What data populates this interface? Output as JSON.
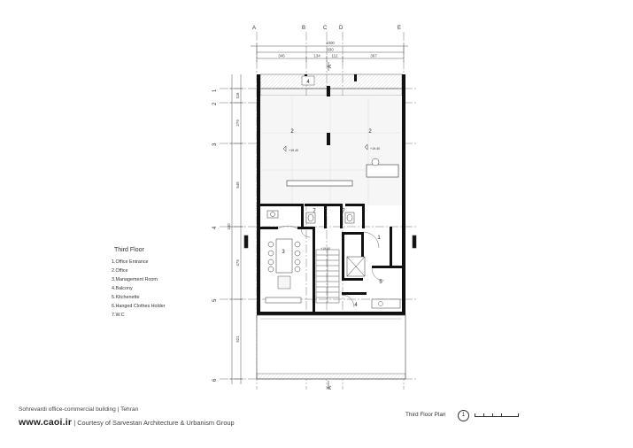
{
  "axes_top": [
    "A",
    "B",
    "C",
    "D",
    "E"
  ],
  "axes_left": [
    "1",
    "2",
    "3",
    "4",
    "5",
    "6"
  ],
  "dimensions": {
    "top_total": "1000",
    "top_inner": "930",
    "segments": [
      "346",
      "134",
      "112",
      "367"
    ],
    "left": [
      "118",
      "279",
      "548",
      "180",
      "479",
      "521"
    ]
  },
  "section_mark": "A",
  "room_numbers": [
    "4",
    "2",
    "2",
    "7",
    "7",
    "1",
    "3",
    "5",
    "4"
  ],
  "levels": [
    "+19.40",
    "+19.40",
    "+19.40"
  ],
  "legend": {
    "title": "Third Floor",
    "items": [
      "1.Office Entrance",
      "2.Office",
      "3.Management Room",
      "4.Balcony",
      "5.Kitchenette",
      "6.Hanged Clothes Holder",
      "7.W.C"
    ]
  },
  "footer": {
    "project": "Sohrevardi office-commercial building | Tehran",
    "site": "www.caoi.ir",
    "credit": " |  Courtesy of Sarvestan Architecture & Urbanism Group",
    "plan_title": "Third Floor Plan",
    "sheet": "1"
  },
  "colors": {
    "line": "#333333",
    "wall": "#111111",
    "grid": "#666666",
    "hatch": "#bbbbbb"
  }
}
